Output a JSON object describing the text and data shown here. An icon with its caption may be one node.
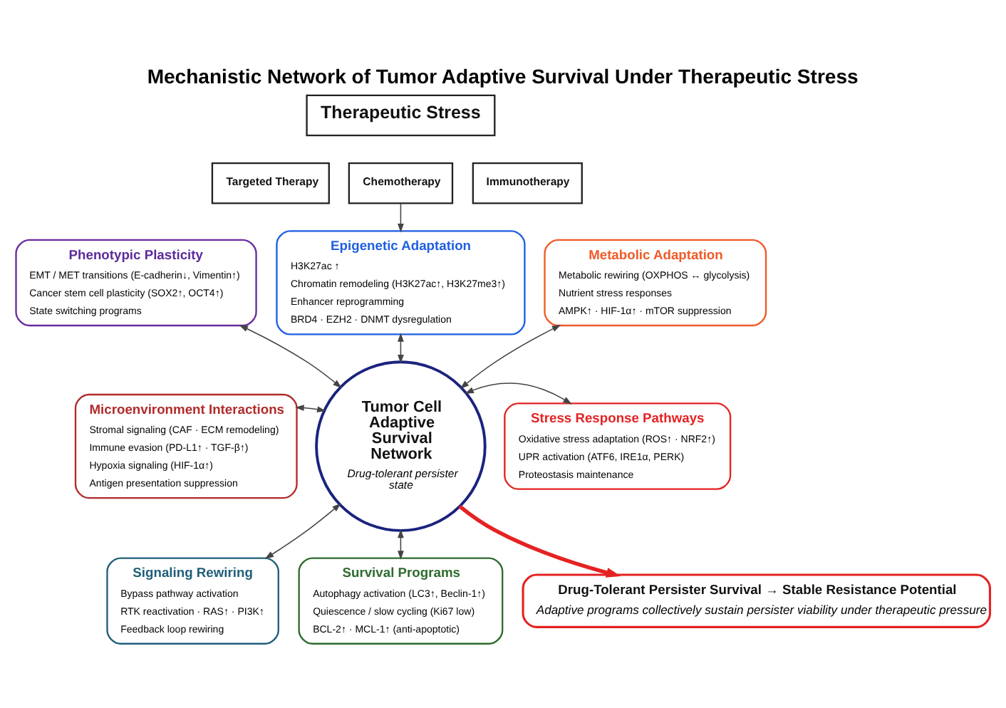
{
  "diagram": {
    "title": "Mechanistic Network of Tumor Adaptive Survival Under Therapeutic Stress",
    "nodes": [
      {
        "text": [
          "Therapeutic Stress"
        ]
      },
      {
        "text": [
          "Targeted Therapy"
        ]
      },
      {
        "text": [
          "Chemotherapy"
        ]
      },
      {
        "text": [
          "Immunotherapy"
        ]
      },
      {
        "text": [
          "Phenotypic Plasticity",
          "EMT / MET transitions (E-cadherin↓, Vimentin↑)",
          "Cancer stem cell plasticity (SOX2↑, OCT4↑)",
          "State switching programs"
        ]
      },
      {
        "text": [
          "Epigenetic Adaptation",
          "H3K27ac ↑",
          "Chromatin remodeling (H3K27ac↑, H3K27me3↑)",
          "Enhancer reprogramming",
          "BRD4 · EZH2 · DNMT dysregulation"
        ]
      },
      {
        "text": [
          "Metabolic Adaptation",
          "Metabolic rewiring (OXPHOS ↔ glycolysis)",
          "Nutrient stress responses",
          "AMPK↑ · HIF-1α↑ · mTOR suppression"
        ]
      },
      {
        "text": [
          "Microenvironment Interactions",
          "Stromal signaling (CAF · ECM remodeling)",
          "Immune evasion (PD-L1↑ · TGF-β↑)",
          "Hypoxia signaling (HIF-1α↑)",
          "Antigen presentation suppression"
        ]
      },
      {
        "text": [
          "Tumor Cell Adaptive Survival Network",
          "Drug-tolerant persister state"
        ]
      },
      {
        "text": [
          "Stress Response Pathways",
          "Oxidative stress adaptation (ROS↑ · NRF2↑)",
          "UPR activation (ATF6, IRE1α, PERK)",
          "Proteostasis maintenance"
        ]
      },
      {
        "text": [
          "Signaling Rewiring",
          "Bypass pathway activation",
          "RTK reactivation · RAS↑ · PI3K↑",
          "Feedback loop rewiring"
        ]
      },
      {
        "text": [
          "Survival Programs",
          "Autophagy activation (LC3↑, Beclin-1↑)",
          "Quiescence / slow cycling (Ki67 low)",
          "BCL-2↑ · MCL-1↑ (anti-apoptotic)"
        ]
      },
      {
        "text": [
          "Drug-Tolerant Persister Survival → Stable Resistance Potential",
          "Adaptive programs collectively sustain persister viability under therapeutic pressure"
        ]
      }
    ],
    "edges": [
      {
        "from": 2,
        "to": 5,
        "arrow": "to"
      },
      {
        "from": 4,
        "to": 8,
        "arrow": "both"
      },
      {
        "from": 5,
        "to": 8,
        "arrow": "both"
      },
      {
        "from": 6,
        "to": 8,
        "arrow": "both"
      },
      {
        "from": 7,
        "to": 8,
        "arrow": "both"
      },
      {
        "from": 8,
        "to": 9,
        "arrow": "both"
      },
      {
        "from": 8,
        "to": 10,
        "arrow": "both"
      },
      {
        "from": 8,
        "to": 11,
        "arrow": "both"
      },
      {
        "from": 8,
        "to": 12,
        "arrow": "to",
        "style": "thick",
        "color": "#e52222"
      }
    ]
  }
}
